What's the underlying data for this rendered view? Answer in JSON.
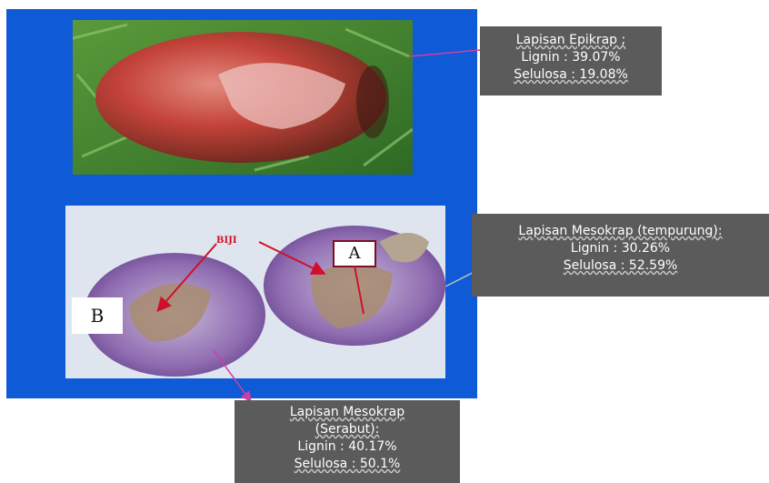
{
  "annotations": {
    "epikrap": {
      "title": "Lapisan Epikrap ;",
      "lignin": "Lignin : 39.07%",
      "selulosa": "Selulosa : 19.08%"
    },
    "mesokrap_tempurung": {
      "title": "Lapisan Mesokrap (tempurung):",
      "lignin": "Lignin : 30.26%",
      "selulosa": "Selulosa : 52.59%"
    },
    "mesokrap_serabut": {
      "title_line1": "Lapisan Mesokrap",
      "title_line2": "(Serabut):",
      "lignin": "Lignin : 40.17%",
      "selulosa": "Selulosa : 50.1%"
    }
  },
  "photo_labels": {
    "a": "A",
    "b": "B",
    "biji": "BIJI"
  },
  "colors": {
    "panel": "#0f5ad6",
    "callout": "#5b5b5b",
    "arrow_red": "#d0102a",
    "arrow_pink": "#d23ca0"
  }
}
